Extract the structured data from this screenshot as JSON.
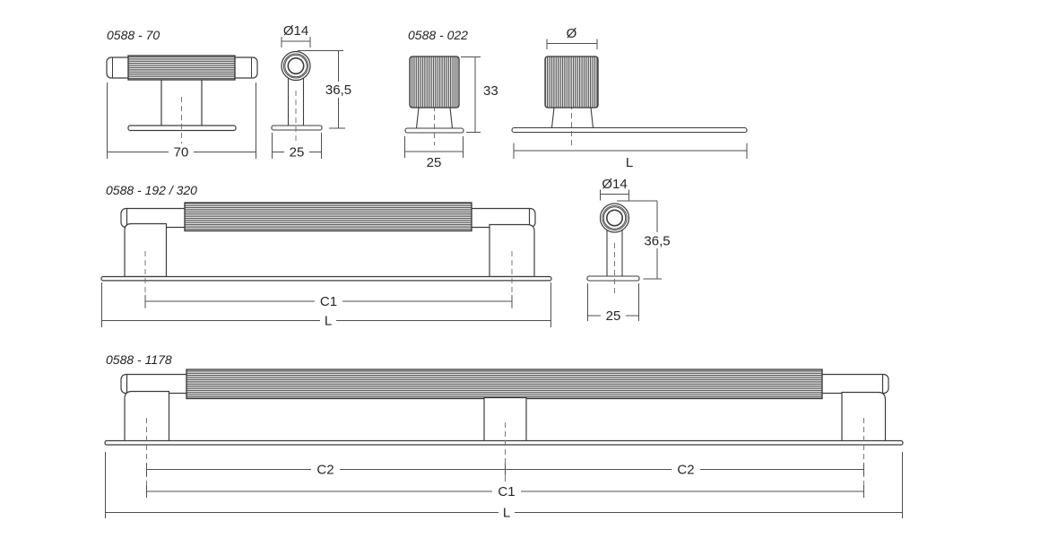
{
  "document": {
    "type": "technical-drawing",
    "product_family": "0588 cabinet handles and knobs"
  },
  "colors": {
    "background": "#ffffff",
    "part_line": "#3c3c3c",
    "dimension_line": "#4f4f4f",
    "text": "#272727"
  },
  "fig_0588_70": {
    "code": "0588 - 70",
    "front_width": "70",
    "side_diameter": "Ø14",
    "side_height": "36,5",
    "side_base": "25"
  },
  "fig_0588_022": {
    "code": "0588 - 022",
    "front_base": "25",
    "front_height": "33",
    "top_diameter": "Ø",
    "plate_length": "L"
  },
  "fig_0588_192_320": {
    "code": "0588 - 192 / 320",
    "centers": "C1",
    "length": "L",
    "side_diameter": "Ø14",
    "side_height": "36,5",
    "side_base": "25"
  },
  "fig_0588_1178": {
    "code": "0588 - 1178",
    "c2_left": "C2",
    "c2_right": "C2",
    "centers": "C1",
    "length": "L"
  }
}
